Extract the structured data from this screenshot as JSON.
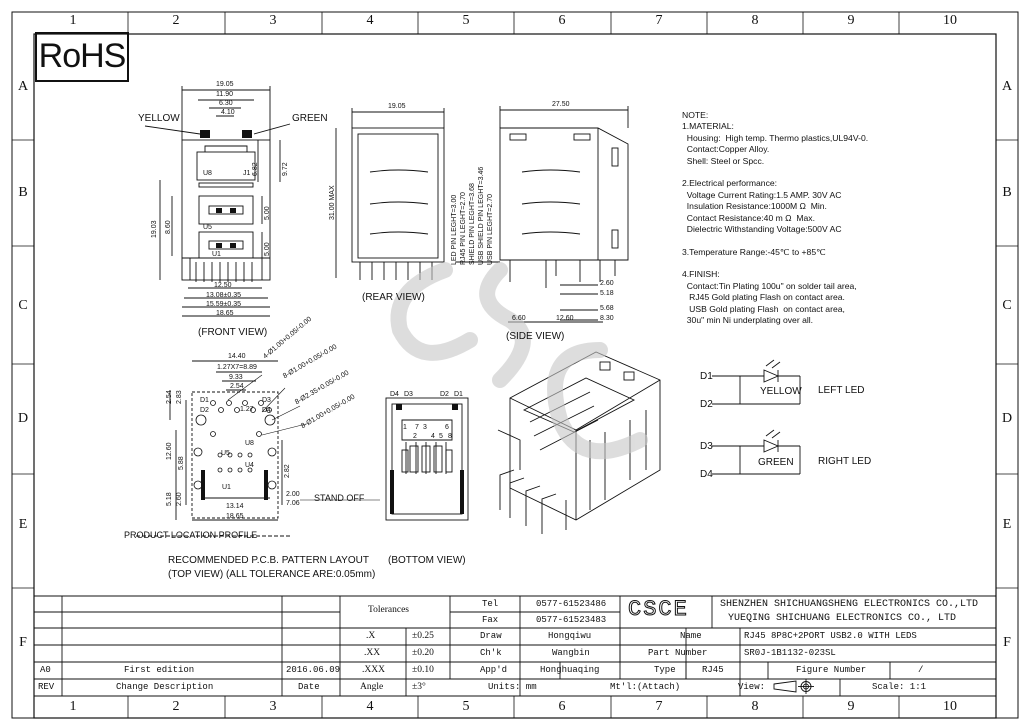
{
  "zones": {
    "columns": [
      "1",
      "2",
      "3",
      "4",
      "5",
      "6",
      "7",
      "8",
      "9",
      "10"
    ],
    "rows": [
      "A",
      "B",
      "C",
      "D",
      "E",
      "F"
    ]
  },
  "rohs": "RoHS",
  "views": {
    "front": "(FRONT VIEW)",
    "rear": "(REAR VIEW)",
    "side": "(SIDE  VIEW)",
    "bottom": "(BOTTOM  VIEW)",
    "pcb_title": "RECOMMENDED P.C.B. PATTERN LAYOUT",
    "pcb_sub": "(TOP VIEW) (ALL TOLERANCE ARE:0.05mm)",
    "product_location": "PRODUCT LOCATION PROFILE",
    "stand_off": "STAND OFF"
  },
  "front_view": {
    "yellow": "YELLOW",
    "green": "GREEN",
    "dims_top": [
      "19.05",
      "11.90",
      "6.30",
      "4.10"
    ],
    "dims_right": [
      "6.82",
      "9.72",
      "5.00",
      "5.00"
    ],
    "dims_left": [
      "19.03",
      "8.60"
    ],
    "dims_bottom": [
      "12.50",
      "13.08±0.35",
      "15.59±0.35",
      "18.65"
    ],
    "jack_labels": [
      "U8",
      "J1",
      "U5",
      "U1"
    ]
  },
  "rear_view": {
    "width": "19.05",
    "height": "31.00 MAX",
    "pin_lengths": [
      "LED PIN LEGHT=3.00",
      "RJ45 PIN LEGHT=2.70",
      "SHIELD PIN LEGHT=3.68",
      "USB SHIELD PIN LEGHT=3.46",
      "USB PIN LEGHT=2.70"
    ]
  },
  "side_view": {
    "dims": [
      "27.50",
      "2.60",
      "5.18",
      "5.68",
      "8.30",
      "6.60",
      "12.60"
    ]
  },
  "pcb_layout": {
    "dims_top": [
      "14.40",
      "1.27X7=8.89",
      "9.33",
      "2.54",
      "1.27"
    ],
    "holes": [
      "4-Ø1.00+0.05/-0.00",
      "8-Ø1.00+0.05/-0.00",
      "8-Ø2.35+0.05/-0.00",
      "8-Ø1.00+0.05/-0.00"
    ],
    "dims_left": [
      "2.54",
      "2.83",
      "12.60",
      "5.88",
      "5.18",
      "2.60"
    ],
    "dims_right": [
      "2.82",
      "2.00",
      "7.06"
    ],
    "dims_bottom": [
      "13.14",
      "18.65"
    ],
    "pin_labels": [
      "D1",
      "D2",
      "D3",
      "D4",
      "U1",
      "U4",
      "U5",
      "U8"
    ]
  },
  "bottom_view": {
    "labels": [
      "D4",
      "D3",
      "D2",
      "D1",
      "1",
      "2",
      "3",
      "4",
      "5",
      "6",
      "7",
      "8"
    ]
  },
  "notes": [
    "NOTE:",
    "1.MATERIAL:",
    "  Housing:  High temp. Thermo plastics,UL94V-0.",
    "  Contact:Copper Alloy.",
    "  Shell: Steel or Spcc.",
    "",
    "2.Electrical performance:",
    "  Voltage Current Rating:1.5 AMP. 30V AC",
    "  Insulation Resistance:1000M Ω  Min.",
    "  Contact Resistance:40 m Ω  Max.",
    "  Dielectric Withstanding Voltage:500V AC",
    "",
    "3.Temperature Range:-45℃ to +85℃",
    "",
    "4.FINISH:",
    "  Contact:Tin Plating 100u\" on solder tail area,",
    "   RJ45 Gold plating Flash on contact area.",
    "   USB Gold plating Flash  on contact area,",
    "  30u\" min Ni underplating over all."
  ],
  "leds": {
    "d1": "D1",
    "d2": "D2",
    "d3": "D3",
    "d4": "D4",
    "yellow": "YELLOW",
    "green": "GREEN",
    "left": "LEFT LED",
    "right": "RIGHT LED"
  },
  "title_block": {
    "tolerances": "Tolerances",
    "tol_rows": [
      [
        ".X",
        "±0.25"
      ],
      [
        ".XX",
        "±0.20"
      ],
      [
        ".XXX",
        "±0.10"
      ],
      [
        "Angle",
        "±3°"
      ]
    ],
    "tel_label": "Tel",
    "tel": "0577-61523486",
    "fax_label": "Fax",
    "fax": "0577-61523483",
    "logo": "CSCE",
    "company_1": "SHENZHEN SHICHUANGSHENG ELECTRONICS CO.,LTD",
    "company_2": "YUEQING SHICHUANG ELECTRONICS CO., LTD",
    "draw_label": "Draw",
    "draw": "Hongqiwu",
    "chk_label": "Ch'k",
    "chk": "Wangbin",
    "appd_label": "App'd",
    "appd": "Honghuaqing",
    "units": "Units: mm",
    "name_label": "Name",
    "name": "RJ45 8P8C+2PORT USB2.0 WITH LEDS",
    "part_label": "Part Number",
    "part": "SR0J-1B1132-023SL",
    "type_label": "Type",
    "type": "RJ45",
    "figure_label": "Figure Number",
    "figure": "/",
    "mtl": "Mt'l:(Attach)",
    "view_label": "View:",
    "scale": "Scale: 1:1",
    "rev_rows": [
      [
        "A0",
        "First edition",
        "2016.06.09"
      ],
      [
        "REV",
        "Change Description",
        "Date"
      ]
    ]
  },
  "watermark": "CSCE"
}
